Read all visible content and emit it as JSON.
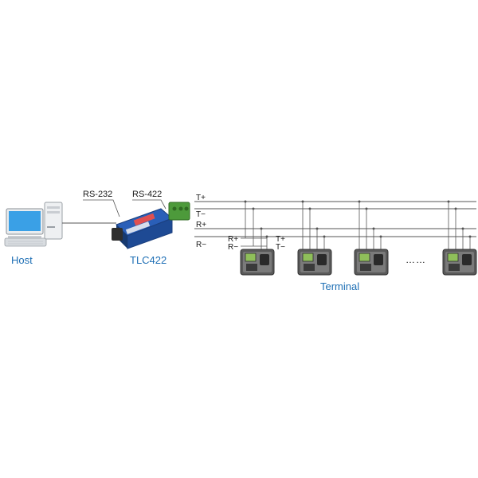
{
  "host": {
    "label": "Host"
  },
  "converter": {
    "label": "TLC422",
    "rs232_label": "RS-232",
    "rs422_label": "RS-422"
  },
  "bus": {
    "lines": [
      "T+",
      "T−",
      "R+",
      "R−"
    ]
  },
  "terminal": {
    "label": "Terminal",
    "ellipsis": "……",
    "wiring_left": [
      "R+",
      "R−"
    ],
    "wiring_right": [
      "T+",
      "T−"
    ]
  },
  "colors": {
    "accent": "#1e6fb5",
    "converter_blue": "#2a5fb8",
    "terminal_green": "#4d9a3b",
    "line": "#555555"
  }
}
